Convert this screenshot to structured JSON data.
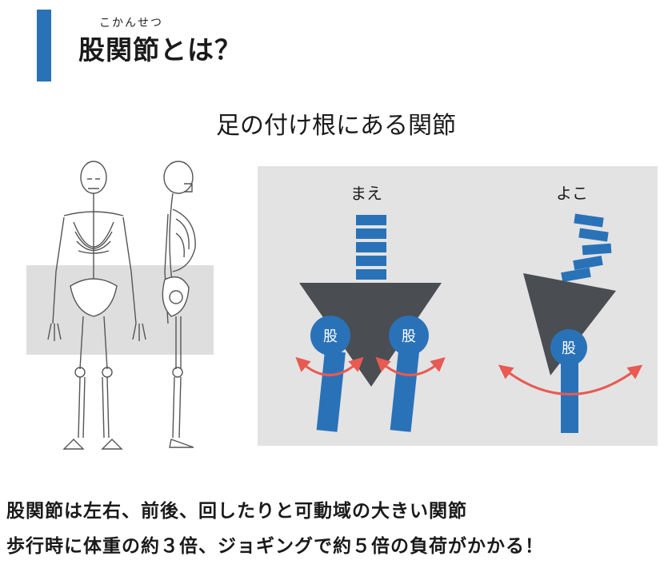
{
  "header": {
    "ruby": "こかんせつ",
    "title": "股関節とは？"
  },
  "subtitle": "足の付け根にある関節",
  "diagram": {
    "front_label": "まえ",
    "side_label": "よこ",
    "joint_char": "股",
    "colors": {
      "accent": "#2a72b8",
      "pelvis": "#4a4d52",
      "arrow": "#e85a52",
      "panel": "#e3e3e3",
      "highlight": "#dedede"
    }
  },
  "bottom": {
    "line1": "股関節は左右、前後、回したりと可動域の大きい関節",
    "line2": "歩行時に体重の約３倍、ジョギングで約５倍の負荷がかかる！"
  }
}
